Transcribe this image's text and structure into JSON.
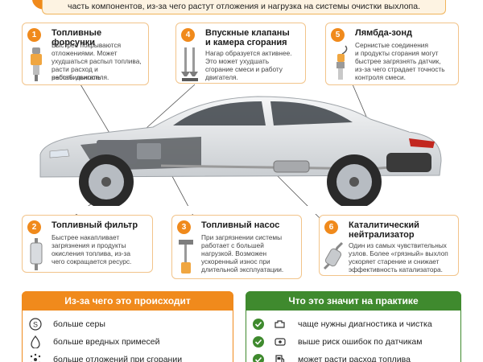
{
  "banner": {
    "text": "часть компонентов, из-за чего растут отложения и нагрузка на системы очистки выхлопа."
  },
  "callouts": [
    {
      "num": "1",
      "title": "Топливные форсунки",
      "text": [
        "Быстрее покрываются",
        "отложениями. Может",
        "ухудшаться распыл топлива,",
        "расти расход и нестабильность",
        "работы двигателя."
      ],
      "icon": "fuel-injector-icon"
    },
    {
      "num": "4",
      "title": [
        "Впускные клапаны",
        "и камера сгорания"
      ],
      "text": [
        "Нагар образуется активнее.",
        "Это может ухудшать",
        "сгорание смеси и работу",
        "двигателя."
      ],
      "icon": "intake-valves-icon"
    },
    {
      "num": "5",
      "title": "Лямбда-зонд",
      "text": [
        "Сернистые соединения",
        "и продукты сгорания могут",
        "быстрее загрязнять датчик,",
        "из-за чего страдает точность",
        "контроля смеси."
      ],
      "icon": "lambda-sensor-icon"
    },
    {
      "num": "2",
      "title": "Топливный фильтр",
      "text": [
        "Быстрее накапливает",
        "загрязнения и продукты",
        "окисления топлива, из-за",
        "чего сокращается ресурс."
      ],
      "icon": "fuel-filter-icon"
    },
    {
      "num": "3",
      "title": "Топливный насос",
      "text": [
        "При загрязнении системы",
        "работает с большей",
        "нагрузкой. Возможен",
        "ускоренный износ при",
        "длительной эксплуатации."
      ],
      "icon": "fuel-pump-icon"
    },
    {
      "num": "6",
      "title": [
        "Каталитический",
        "нейтрализатор"
      ],
      "text": [
        "Один из самых чувствительных",
        "узлов. Более «грязный» выхлоп",
        "ускоряет старение и снижает",
        "эффективность катализатора."
      ],
      "icon": "catalytic-converter-icon"
    }
  ],
  "causes": {
    "header": "Из-за чего это происходит",
    "color": "#f08a1c",
    "items": [
      {
        "text": "больше серы",
        "icon": "sulfur-icon"
      },
      {
        "text": "больше вредных примесей",
        "icon": "drop-icon"
      },
      {
        "text": "больше отложений при сгорании",
        "icon": "deposits-icon"
      }
    ]
  },
  "practice": {
    "header": "Что это значит на практике",
    "color": "#3f8a2e",
    "items": [
      {
        "text": "чаще нужны диагностика и чистка",
        "icon": "check-icon"
      },
      {
        "text": "выше риск ошибок по датчикам",
        "icon": "check-icon"
      },
      {
        "text": "может расти расход топлива",
        "icon": "check-icon"
      }
    ]
  },
  "colors": {
    "accent": "#f08a1c",
    "green": "#3f8a2e",
    "callout_border": "#f2c48a"
  }
}
